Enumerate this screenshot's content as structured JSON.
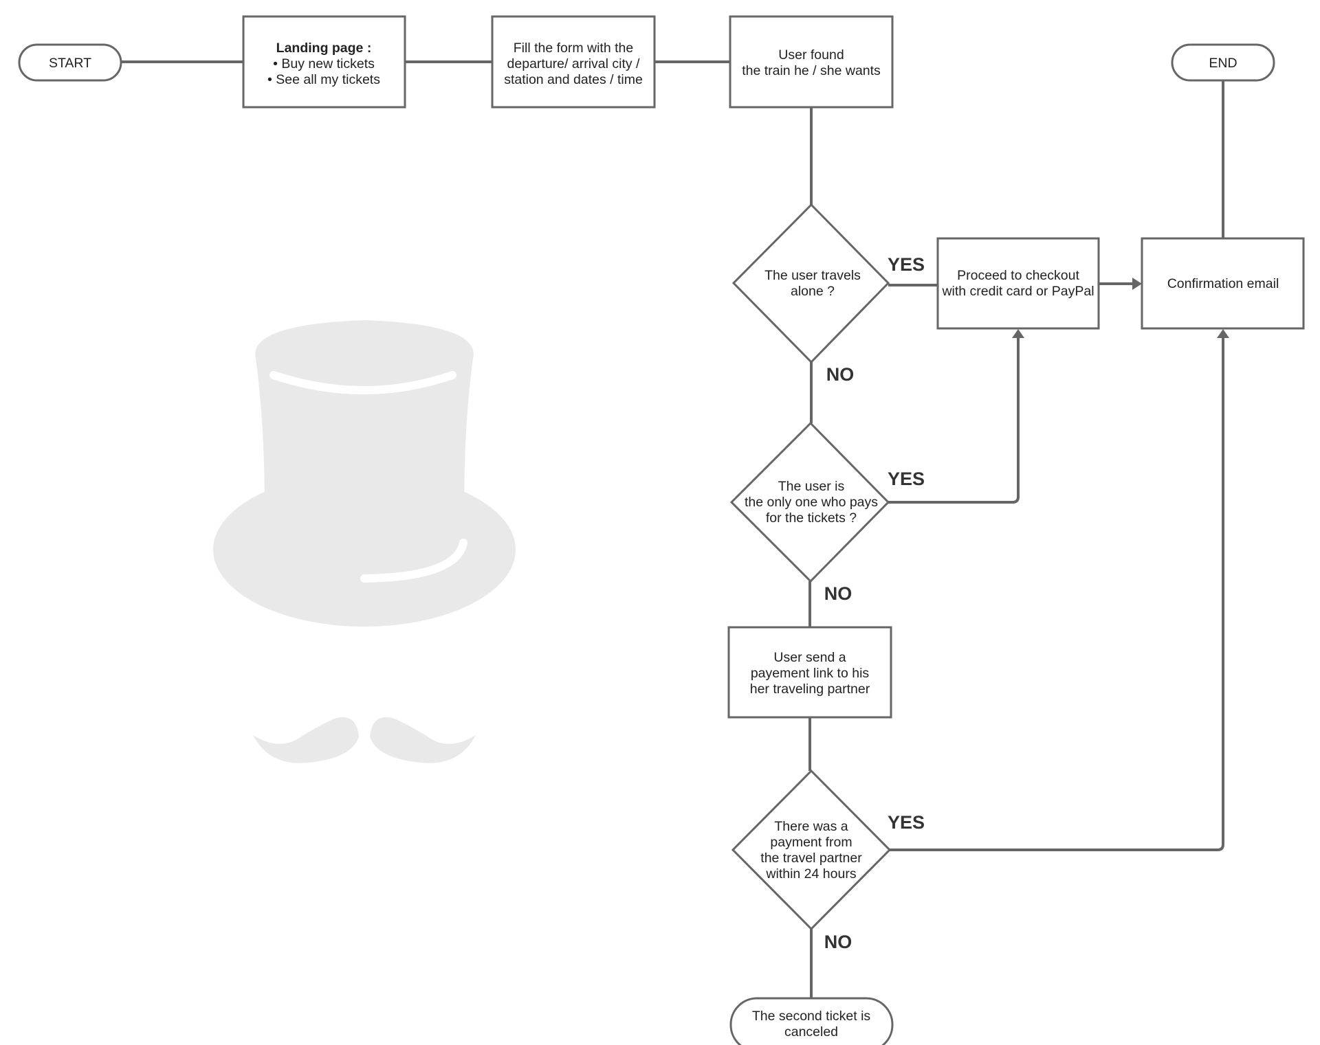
{
  "colors": {
    "stroke": "#666666",
    "text": "#222222",
    "decoration": "#e9e9e9"
  },
  "decoration": {
    "icons": [
      "top-hat-icon",
      "mustache-icon"
    ]
  },
  "nodes": {
    "start": "START",
    "landing_title": "Landing page :",
    "landing_items": [
      "• Buy new tickets",
      "• See all my tickets"
    ],
    "fill_form": [
      "Fill the form with the",
      "departure/ arrival city /",
      "station and dates / time"
    ],
    "user_found": [
      "User found",
      "the train he / she wants"
    ],
    "travels_alone": [
      "The user travels",
      "alone ?"
    ],
    "checkout": [
      "Proceed to checkout",
      "with credit card or PayPal"
    ],
    "confirmation": "Confirmation email",
    "end": "END",
    "only_payer": [
      "The user is",
      "the only one who pays",
      "for the tickets ?"
    ],
    "send_link": [
      "User send a",
      "payement link to his",
      "her traveling partner"
    ],
    "payment_received": [
      "There was a",
      "payment from",
      "the travel partner",
      "within 24 hours"
    ],
    "canceled": [
      "The second ticket is",
      "canceled"
    ]
  },
  "edges": {
    "alone_yes": "YES",
    "alone_no": "NO",
    "payer_yes": "YES",
    "payer_no": "NO",
    "payment_yes": "YES",
    "payment_no": "NO"
  }
}
